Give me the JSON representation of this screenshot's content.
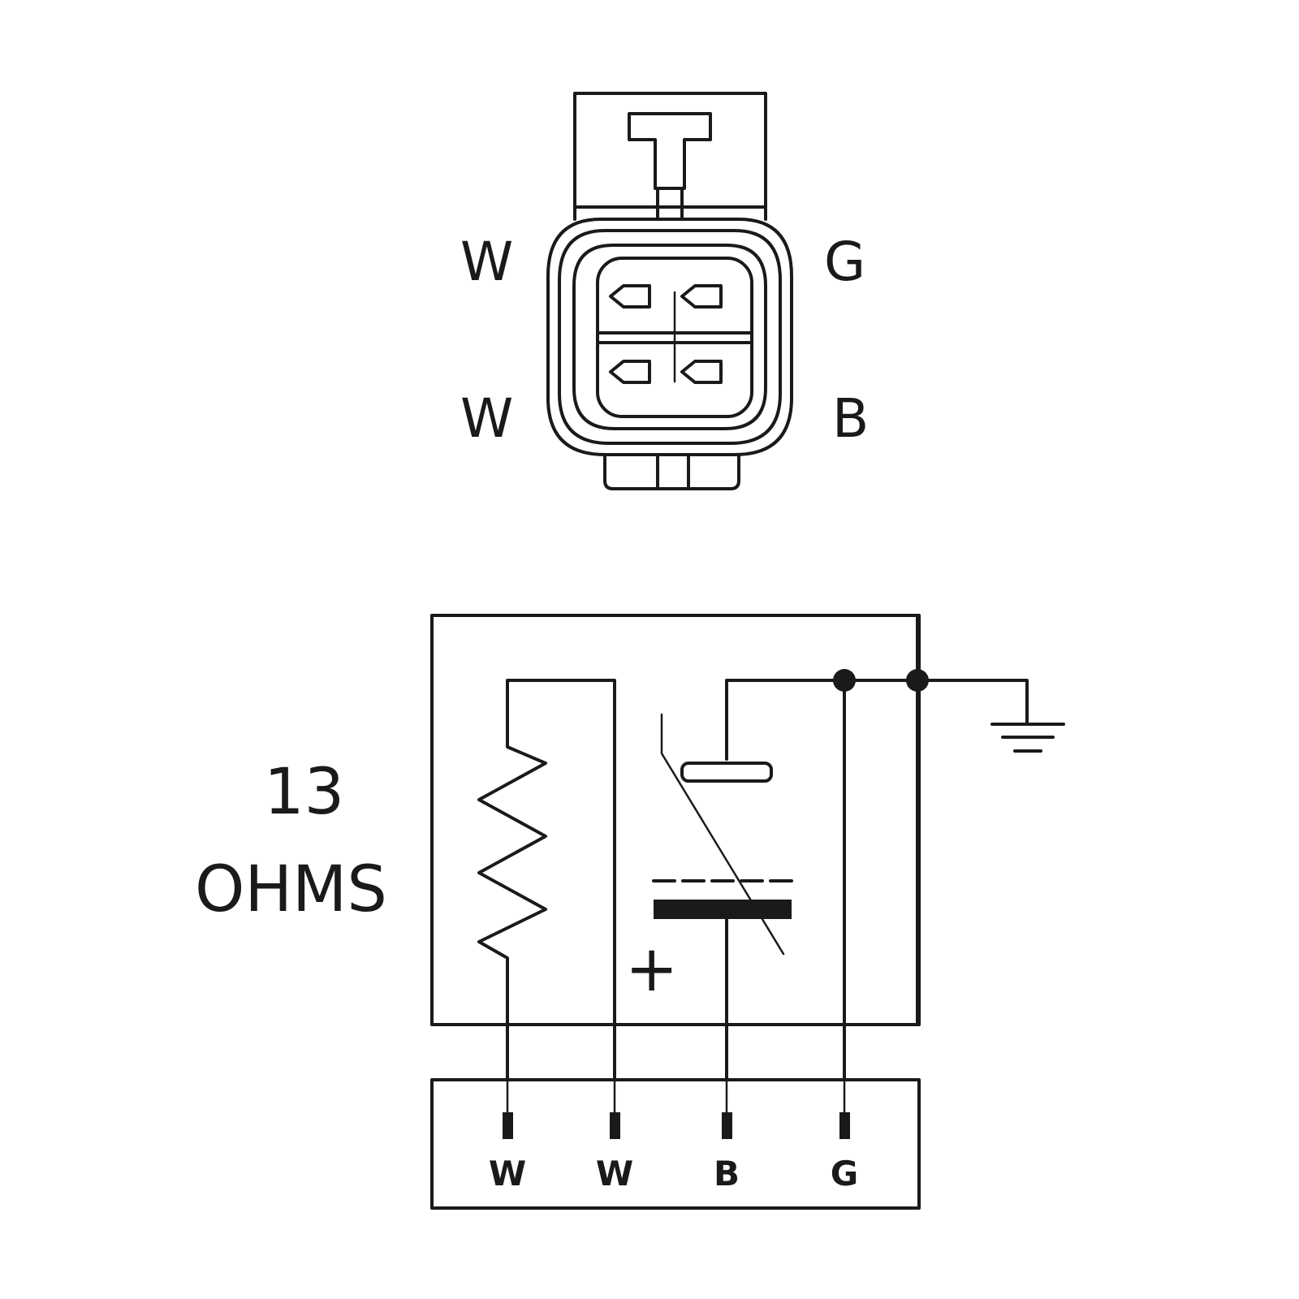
{
  "connector": {
    "pin_labels": {
      "top_left": "W",
      "top_right": "G",
      "bottom_left": "W",
      "bottom_right": "B"
    }
  },
  "schematic": {
    "resistance_value": "13",
    "resistance_unit": "OHMS",
    "polarity_symbol": "+",
    "terminal_labels": [
      "W",
      "W",
      "B",
      "G"
    ]
  }
}
